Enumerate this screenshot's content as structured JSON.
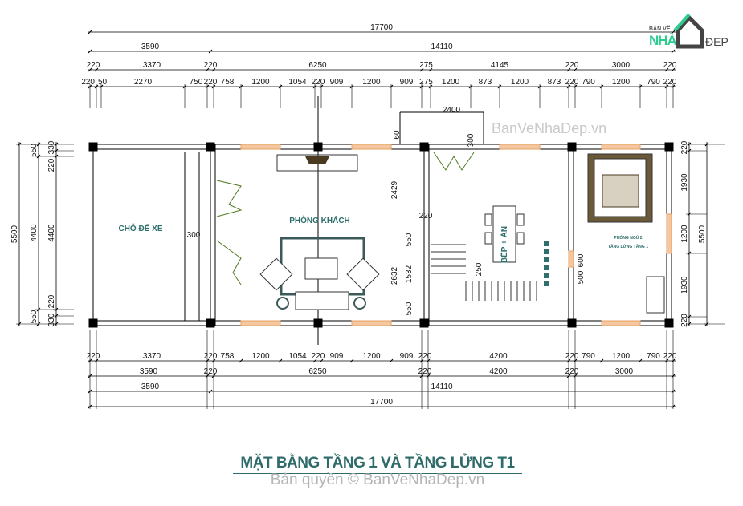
{
  "title": "MẶT BẰNG TẦNG 1 VÀ TẦNG LỬNG T1",
  "copyright": "Bản quyền © BanVeNhaDep.vn",
  "watermark": "BanVeNhaDep.vn",
  "logo": {
    "top": "BẢN VẼ",
    "brand": "NHÀ",
    "suffix": "ĐẸP",
    "accent": "#2ecc8f"
  },
  "rooms": {
    "parking": "CHỖ ĐỂ XE",
    "living": "PHÒNG KHÁCH",
    "kitchen": "BẾP + ĂN",
    "bedroom_line1": "PHÒNG NGỦ 2",
    "bedroom_line2": "TẦNG LỬNG TẦNG 1"
  },
  "dimensions": {
    "top": [
      [
        "17700"
      ],
      [
        "3590",
        "14110"
      ],
      [
        "220",
        "3370",
        "220",
        "6250",
        "275",
        "4145",
        "220",
        "3000",
        "220"
      ],
      [
        "220",
        "50",
        "2270",
        "750",
        "220",
        "758",
        "1200",
        "1054",
        "220",
        "909",
        "1200",
        "909",
        "275",
        "1200",
        "873",
        "1200",
        "873",
        "220",
        "790",
        "1200",
        "790",
        "220"
      ]
    ],
    "bottom": [
      [
        "220",
        "3370",
        "220",
        "758",
        "1200",
        "1054",
        "220",
        "909",
        "1200",
        "909",
        "220",
        "4200",
        "220",
        "790",
        "1200",
        "790",
        "220"
      ],
      [
        "3590",
        "220",
        "6250",
        "220",
        "4200",
        "220",
        "3000"
      ],
      [
        "3590",
        "14110"
      ],
      [
        "17700"
      ]
    ],
    "left": [
      [
        "5500"
      ],
      [
        "550",
        "4400",
        "550"
      ],
      [
        "330",
        "220",
        "4400",
        "220",
        "330"
      ]
    ],
    "right": [
      [
        "220",
        "1930",
        "1200",
        "1930",
        "220"
      ],
      [
        "5500"
      ]
    ],
    "interior": {
      "stair_top": "2400",
      "d60": "60",
      "d300a": "300",
      "d2429": "2429",
      "d220": "220",
      "d550a": "550",
      "d1532": "1532",
      "d550b": "550",
      "d2632": "2632",
      "d250": "250",
      "d600": "600",
      "d500": "500",
      "d300b": "300"
    }
  },
  "colors": {
    "wall": "#000000",
    "window": "#e8a060",
    "text_room": "#2f6f6c",
    "door": "#4f7a1e",
    "title": "#2e6b6a"
  }
}
